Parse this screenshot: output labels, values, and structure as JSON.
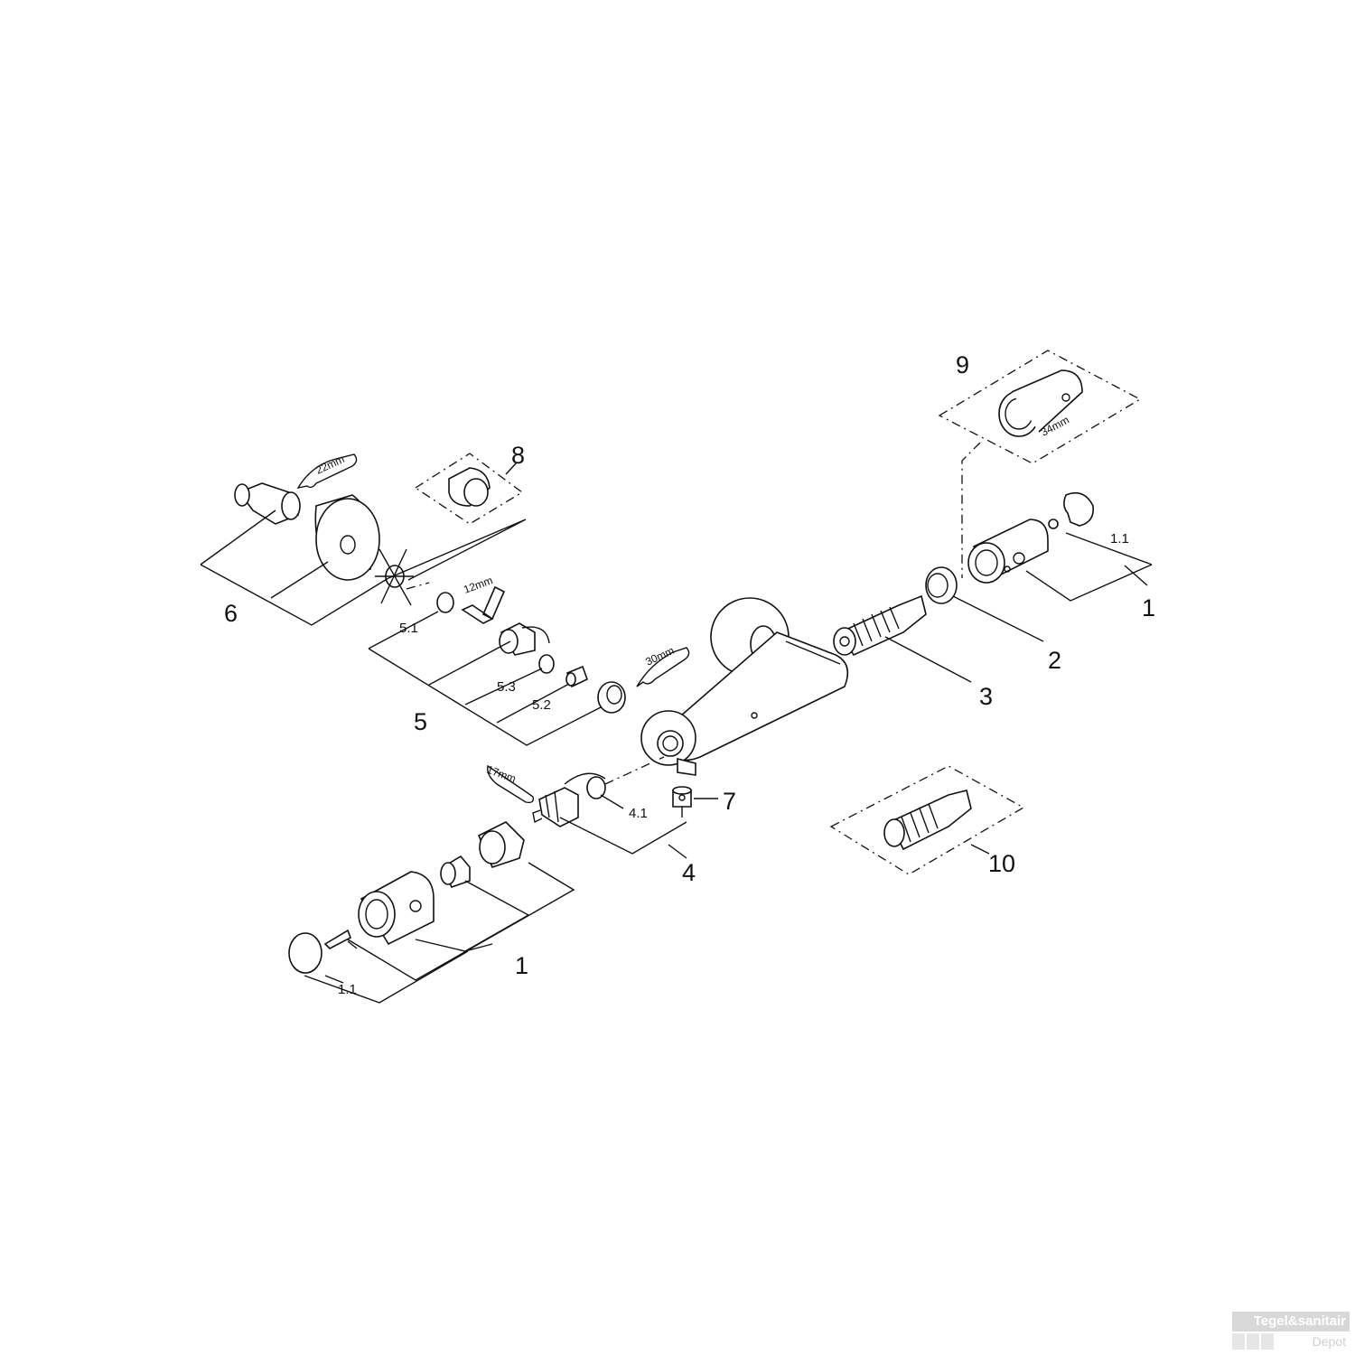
{
  "diagram": {
    "callouts": {
      "c1_right": "1",
      "c1_left": "1",
      "c2": "2",
      "c3": "3",
      "c4": "4",
      "c5": "5",
      "c6": "6",
      "c7": "7",
      "c8": "8",
      "c9": "9",
      "c10": "10",
      "c1_1_right": "1.1",
      "c1_1_left": "1.1",
      "c4_1": "4.1",
      "c5_1": "5.1",
      "c5_2": "5.2",
      "c5_3": "5.3"
    },
    "tools": {
      "wrench_22": "22mm",
      "key_12": "12mm",
      "wrench_30": "30mm",
      "wrench_17": "17mm",
      "tool_34": "34mm"
    }
  },
  "watermark": {
    "brand": "Tegel&sanitair",
    "sub": "Depot"
  }
}
